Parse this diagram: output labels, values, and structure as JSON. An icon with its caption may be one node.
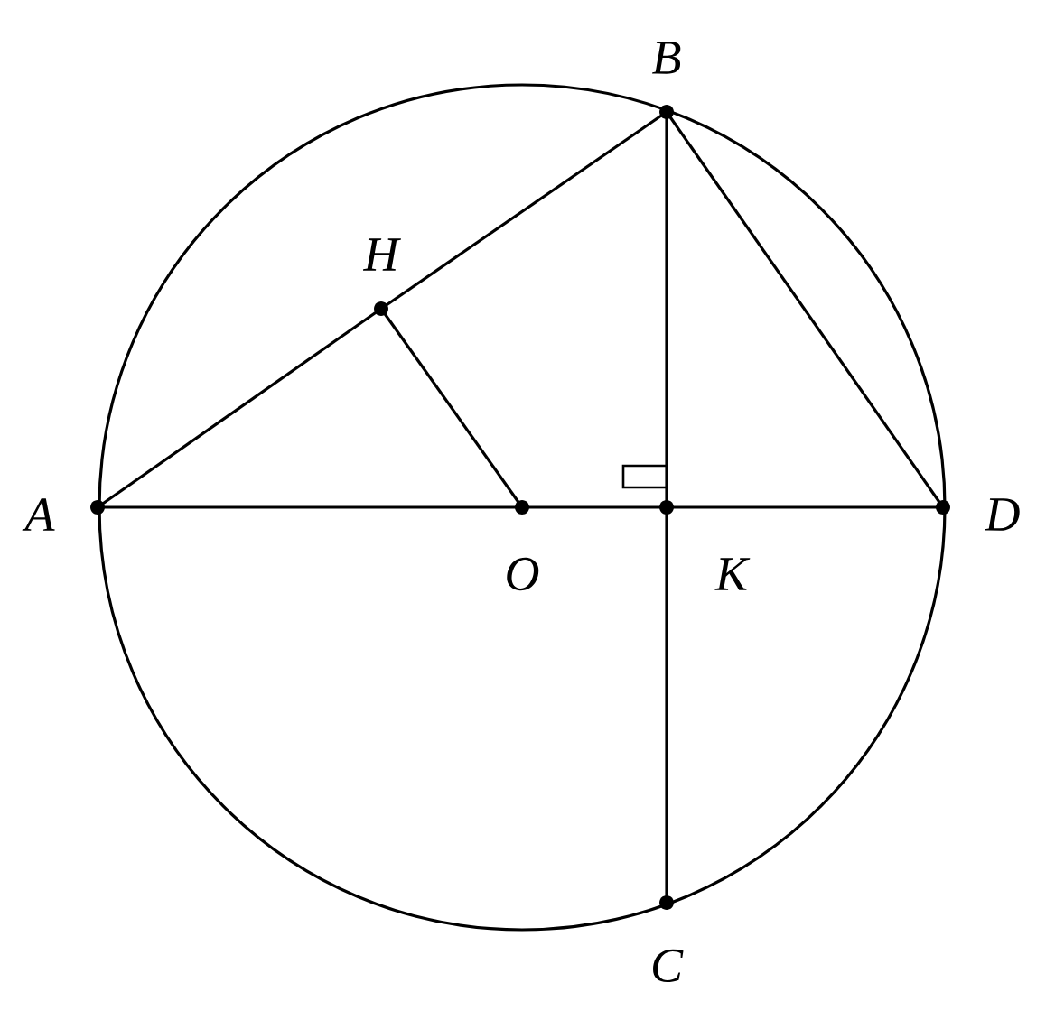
{
  "diagram": {
    "nodes": [
      {
        "text": [
          "B"
        ]
      },
      {
        "text": [
          "H"
        ]
      },
      {
        "text": [
          "A"
        ]
      },
      {
        "text": [
          "O"
        ]
      },
      {
        "text": [
          "K"
        ]
      },
      {
        "text": [
          "D"
        ]
      },
      {
        "text": [
          "C"
        ]
      }
    ],
    "edges": [
      {
        "from": 2,
        "to": 1,
        "arrow": "none"
      },
      {
        "from": 1,
        "to": 0,
        "arrow": "none"
      },
      {
        "from": 0,
        "to": 5,
        "arrow": "none"
      },
      {
        "from": 1,
        "to": 3,
        "arrow": "none"
      },
      {
        "from": 2,
        "to": 3,
        "arrow": "none"
      },
      {
        "from": 3,
        "to": 4,
        "arrow": "none"
      },
      {
        "from": 4,
        "to": 5,
        "arrow": "none"
      },
      {
        "from": 0,
        "to": 4,
        "arrow": "none"
      },
      {
        "from": 4,
        "to": 6,
        "arrow": "none"
      }
    ]
  }
}
